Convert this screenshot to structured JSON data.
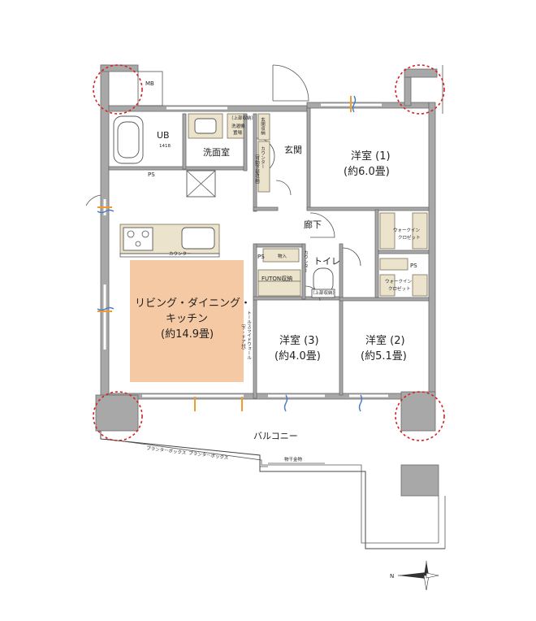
{
  "rooms": {
    "ub": "UB",
    "ub_size": "1418",
    "washroom": "洗面室",
    "entrance": "玄関",
    "western1_name": "洋室 (1)",
    "western1_size": "(約6.0畳)",
    "hallway": "廊下",
    "toilet": "トイレ",
    "ldk_line1": "リビング・ダイニング・",
    "ldk_line2": "キッチン",
    "ldk_size": "(約14.9畳)",
    "western3_name": "洋室 (3)",
    "western3_size": "(約4.0畳)",
    "western2_name": "洋室 (2)",
    "western2_size": "(約5.1畳)",
    "balcony": "バルコニー"
  },
  "fixtures": {
    "mb": "MB",
    "ps_wash": "PS",
    "ps_hall": "PS",
    "ps_closet": "PS",
    "counter_kitchen": "カウンター",
    "storage": "物入",
    "futon": "FUTON収納",
    "walkin1_line1": "ウォークイン",
    "walkin1_line2": "クロゼット",
    "walkin2_line1": "ウォークイン",
    "walkin2_line2": "クロゼット",
    "tall_wall_line1": "トールスライドウォール",
    "tall_wall_line2": "（下・ドア付）",
    "entrance_storage": "玄関収納",
    "counter_entrance": "カウンター",
    "counter_entrance_sub": "（可動下部収納）",
    "upper_storage_wash": "（上部収納）",
    "wash_machine": "洗濯機",
    "wash_space": "置場",
    "toilet_counter": "カウンター",
    "upper_storage_toilet": "（上部収納）",
    "drying_rack": "物干金物",
    "planter1": "プランターボックス",
    "planter2": "プランターボックス"
  },
  "compass": {
    "north": "N"
  },
  "colors": {
    "ldk_highlight": "#f5c9a4",
    "marker": "#d92020",
    "cabinet": "#ebe3cc"
  }
}
